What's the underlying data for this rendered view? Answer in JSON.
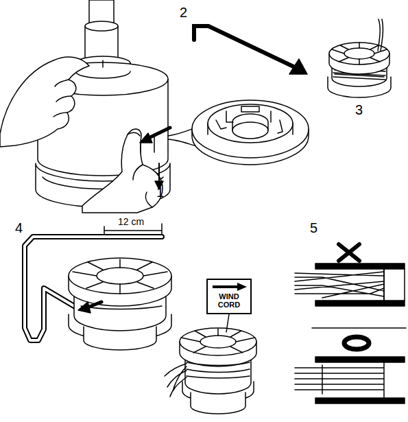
{
  "diagram": {
    "nodes": [
      {
        "text": [
          "WIND CORD"
        ]
      }
    ],
    "labels": [
      "1",
      "2",
      "3",
      "4",
      "12 cm",
      "5"
    ]
  }
}
